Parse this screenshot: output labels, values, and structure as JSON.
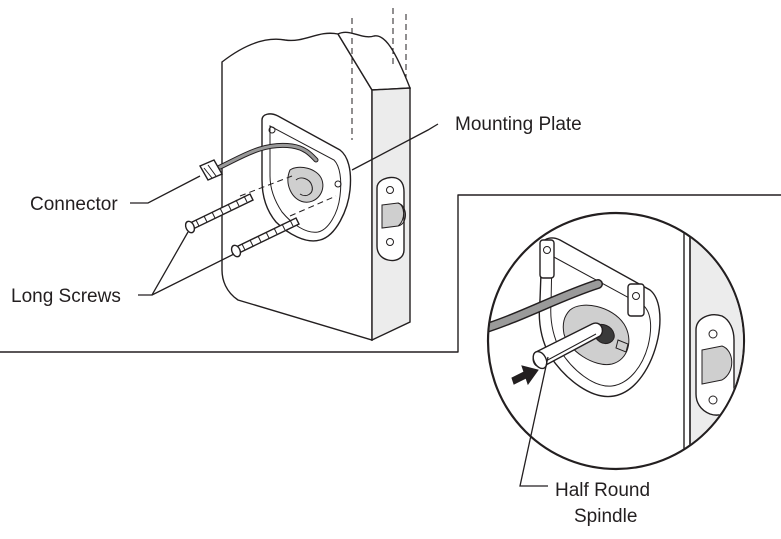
{
  "callouts": {
    "mounting_plate": "Mounting Plate",
    "connector": "Connector",
    "long_screws": "Long Screws",
    "half_round_line1": "Half Round",
    "half_round_line2": "Spindle"
  },
  "colors": {
    "ink": "#231f20",
    "cable": "#9a9a9a",
    "background": "#ffffff"
  },
  "icons": [
    "arrow-icon"
  ]
}
